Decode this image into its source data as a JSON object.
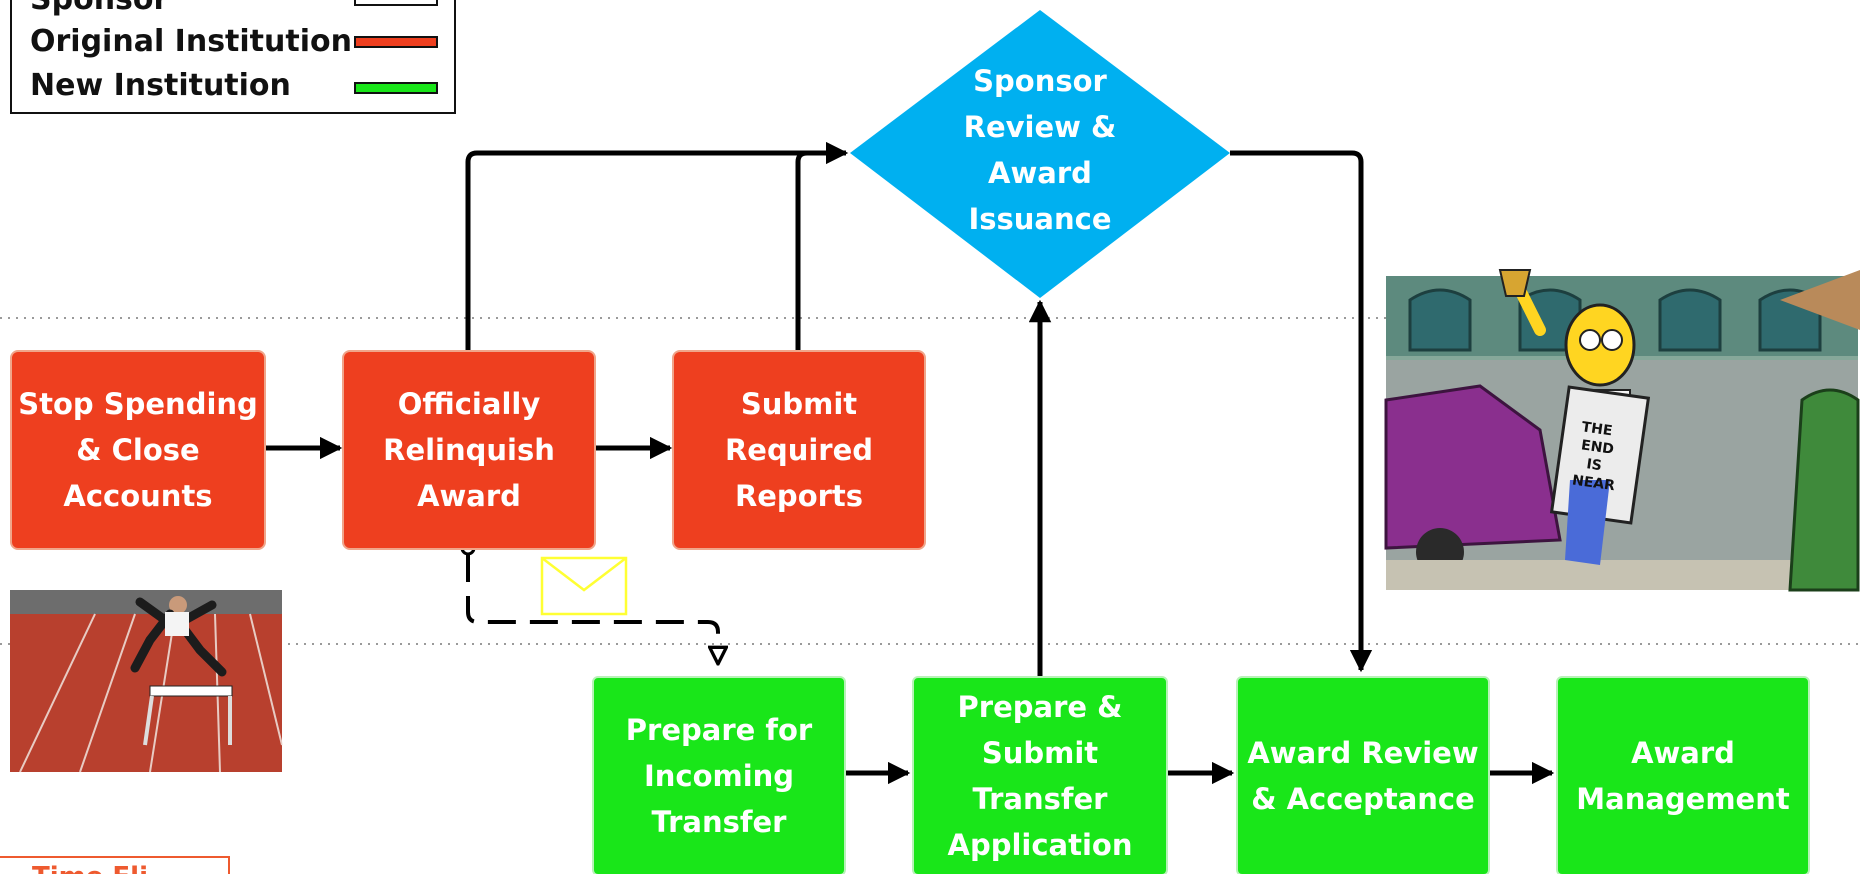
{
  "legend": {
    "items": [
      {
        "label": "Sponsor",
        "color": "#ffffff"
      },
      {
        "label": "Original Institution",
        "color": "#ee3f1f"
      },
      {
        "label": "New Institution",
        "color": "#19e619"
      }
    ]
  },
  "nodes": {
    "stop_spending": "Stop Spending\n& Close\nAccounts",
    "relinquish": "Officially\nRelinquish\nAward",
    "submit_reports": "Submit\nRequired\nReports",
    "sponsor_review": "Sponsor\nReview &\nAward\nIssuance",
    "prepare_incoming": "Prepare for\nIncoming\nTransfer",
    "prepare_submit": "Prepare &\nSubmit\nTransfer\nApplication",
    "award_review": "Award Review\n& Acceptance",
    "award_management": "Award\nManagement"
  },
  "footer_label": "Time Fli",
  "colors": {
    "original_institution": "#ee3f1f",
    "new_institution": "#19e619",
    "sponsor": "#00b0f0",
    "envelope": "#ffff33"
  },
  "images": {
    "hurdle_photo": "runner-jumping-hurdle",
    "homer_image": "homer-the-end-is-near-sign"
  }
}
